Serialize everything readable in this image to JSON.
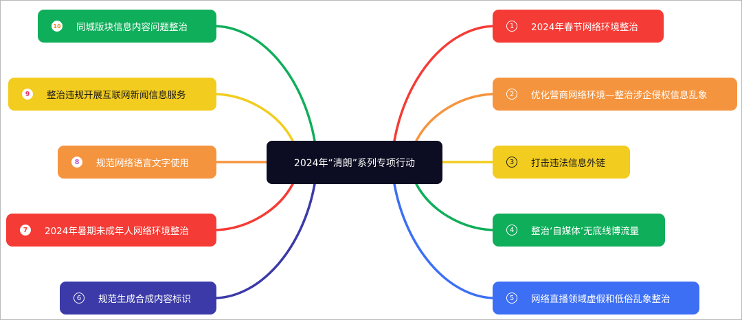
{
  "center": {
    "title": "2024年“清朗”系列专项行动"
  },
  "colors": {
    "red": "#f53b35",
    "orange": "#f5943e",
    "yellow": "#f2cc1f",
    "green": "#0fae5a",
    "blue": "#3d6ff5",
    "indigo": "#3b3aa8",
    "dark": "#0c0c22"
  },
  "nodes": [
    {
      "num": "1",
      "label": "2024年春节网络环境整治",
      "color": "#f53b35"
    },
    {
      "num": "2",
      "label": "优化营商网络环境—整治涉企侵权信息乱象",
      "color": "#f5943e"
    },
    {
      "num": "3",
      "label": "打击违法信息外链",
      "color": "#f2cc1f"
    },
    {
      "num": "4",
      "label": "整治‘自媒体’无底线博流量",
      "color": "#0fae5a"
    },
    {
      "num": "5",
      "label": "网络直播领域虚假和低俗乱象整治",
      "color": "#3d6ff5"
    },
    {
      "num": "6",
      "label": "规范生成合成内容标识",
      "color": "#3b3aa8"
    },
    {
      "num": "7",
      "label": "2024年暑期未成年人网络环境整治",
      "color": "#f53b35"
    },
    {
      "num": "8",
      "label": "规范网络语言文字使用",
      "color": "#f5943e"
    },
    {
      "num": "9",
      "label": "整治违规开展互联网新闻信息服务",
      "color": "#f2cc1f"
    },
    {
      "num": "10",
      "label": "同城版块信息内容问题整治",
      "color": "#0fae5a"
    }
  ]
}
